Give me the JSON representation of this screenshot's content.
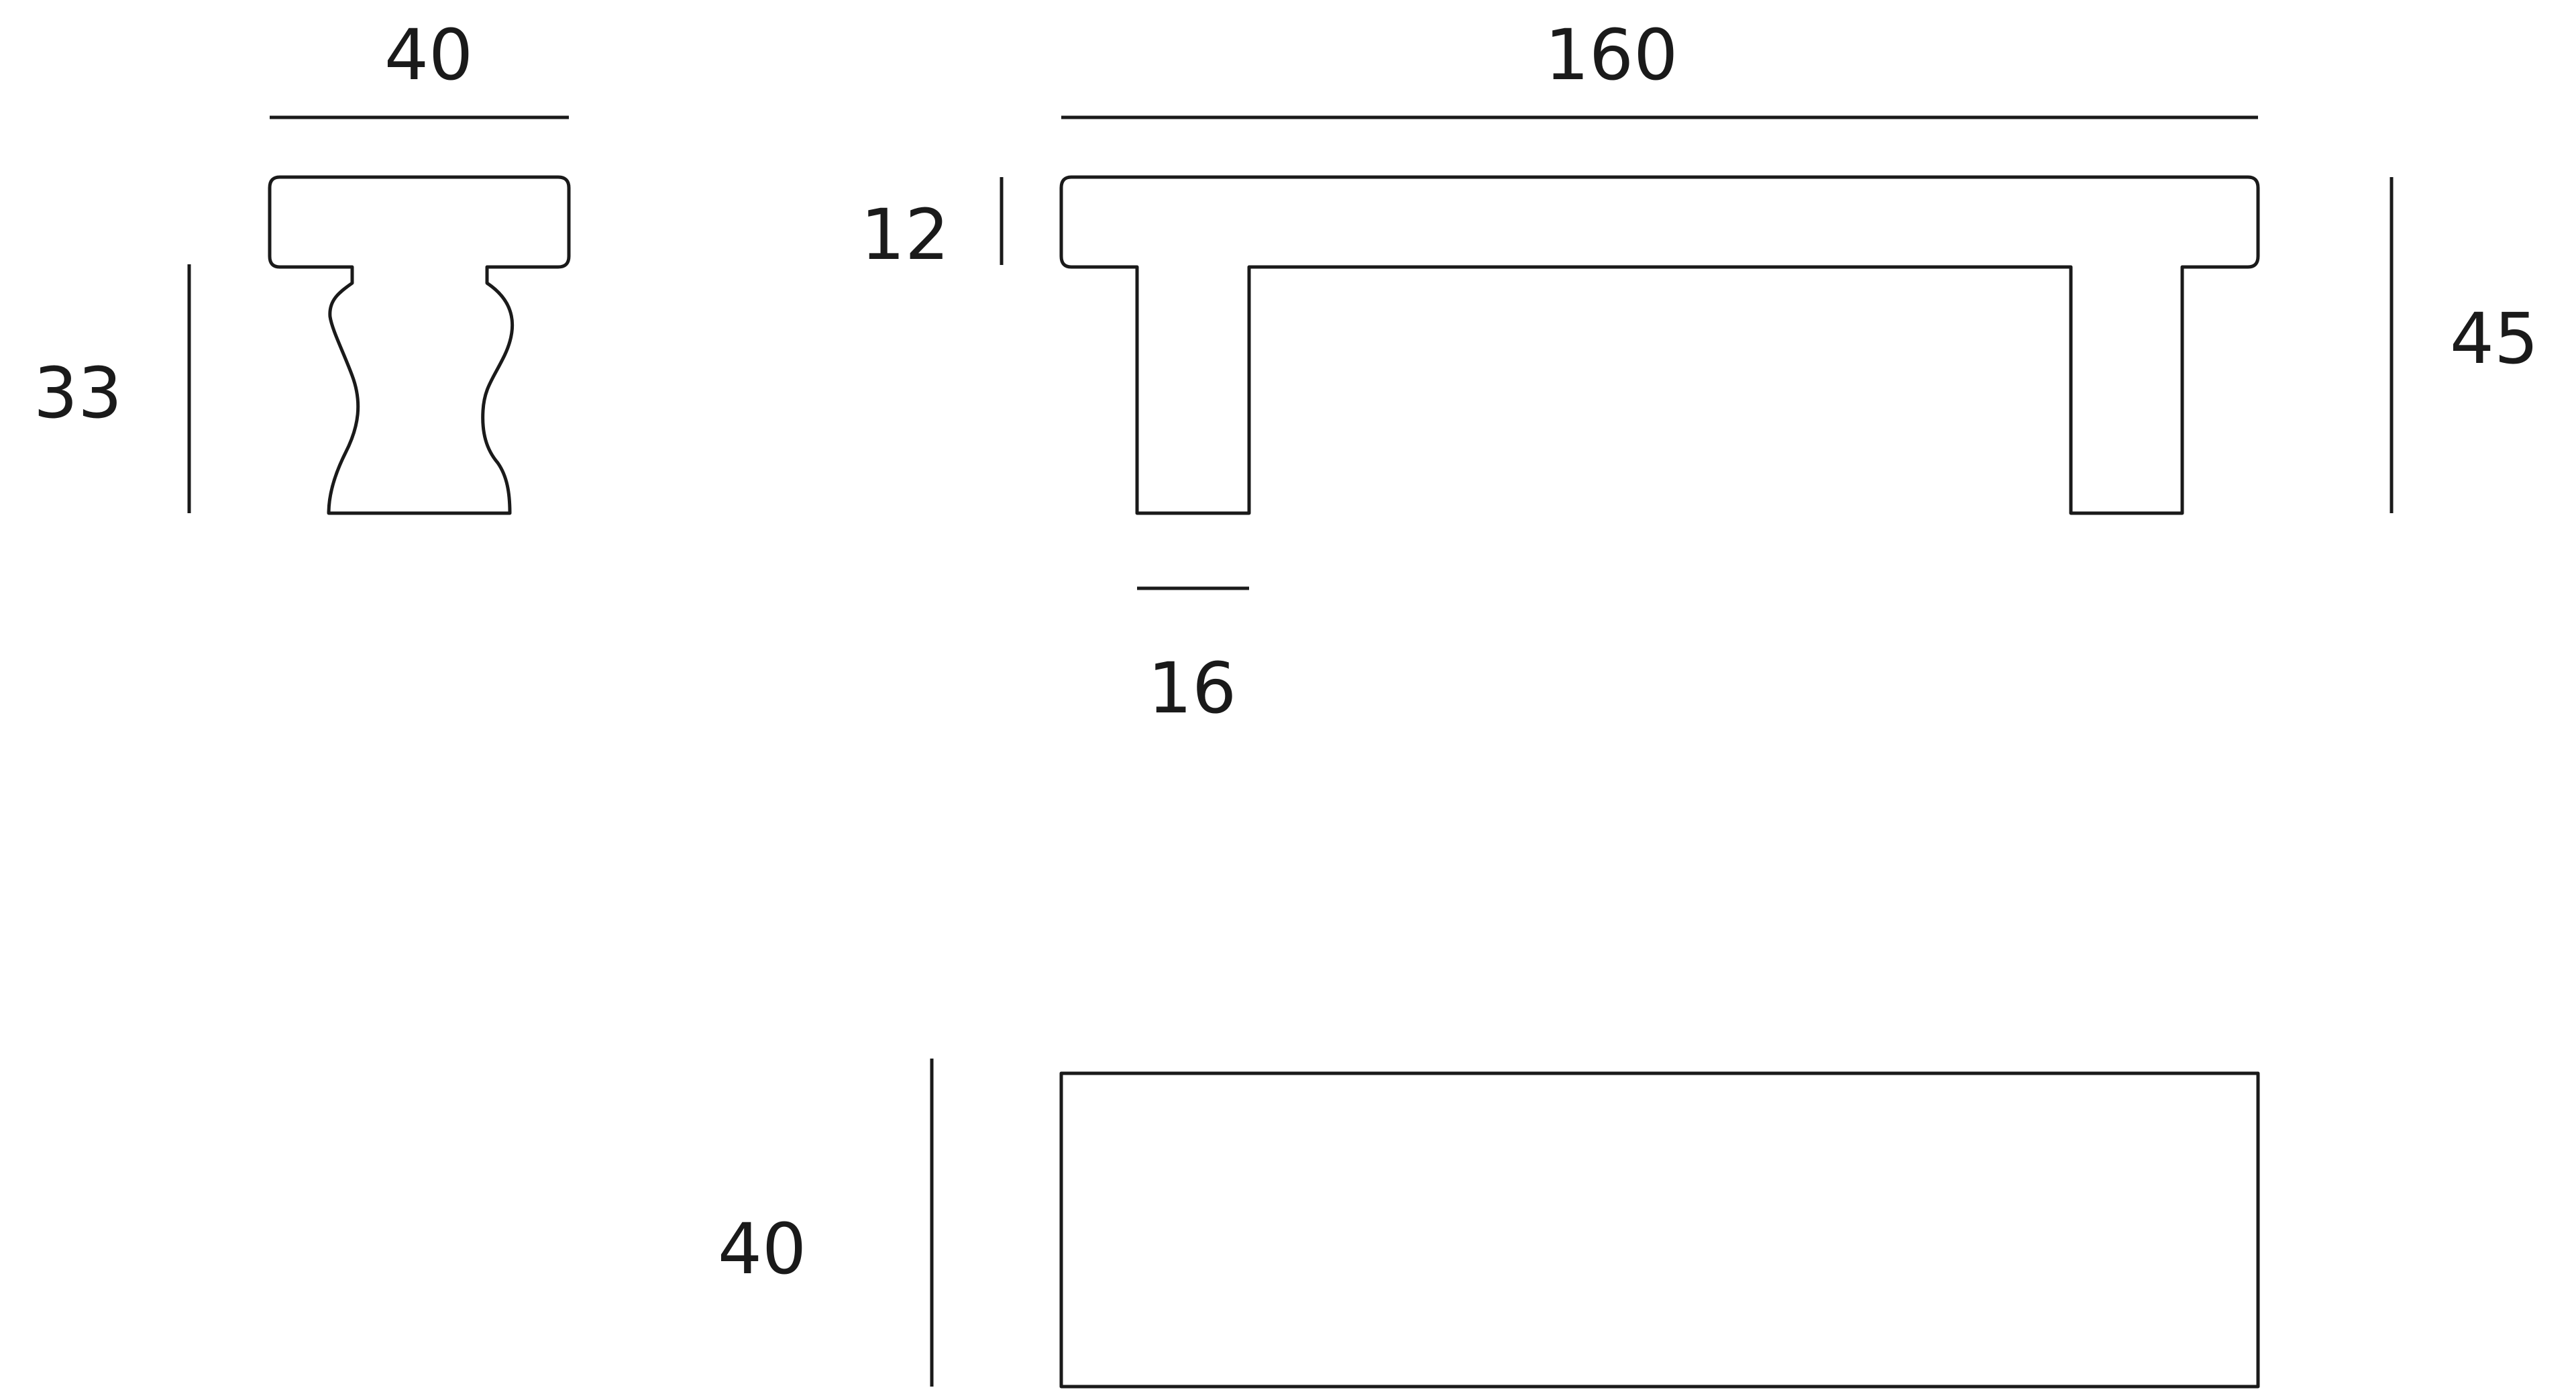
{
  "colors": {
    "stroke": "#1a1a1a",
    "background": "#ffffff"
  },
  "dimensions": {
    "side_width": "40",
    "side_height": "33",
    "front_length": "160",
    "top_thickness": "12",
    "total_height": "45",
    "leg_width": "16",
    "depth": "40"
  }
}
